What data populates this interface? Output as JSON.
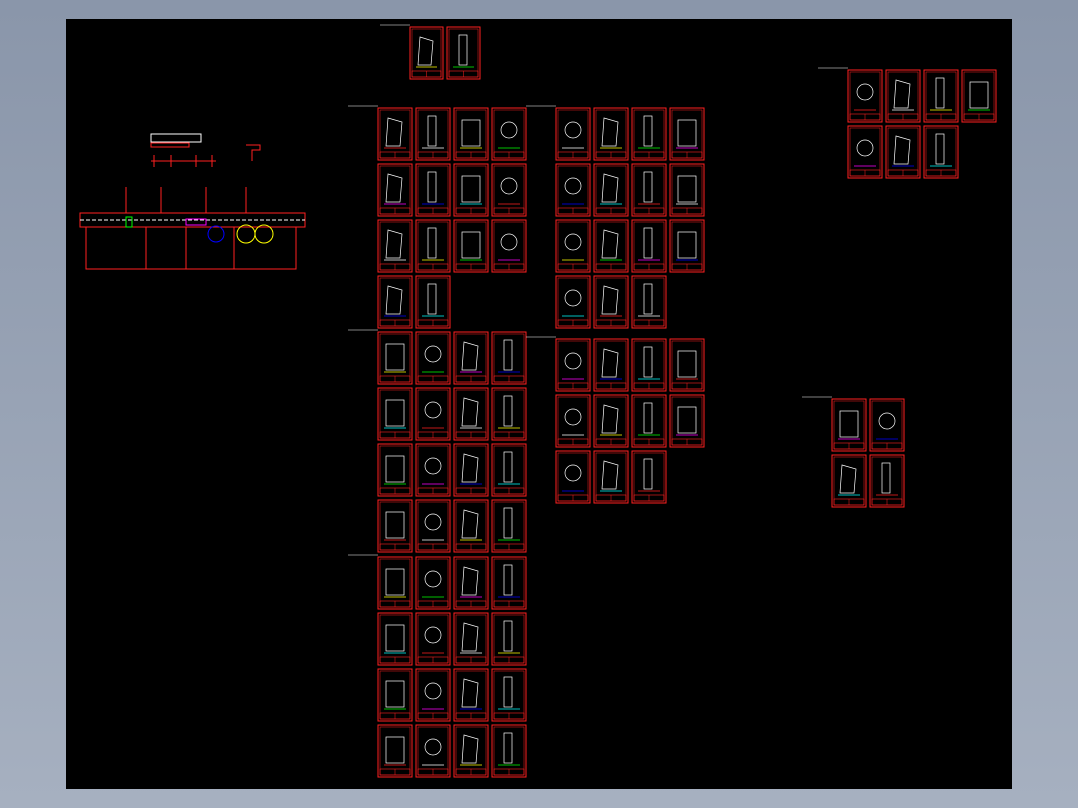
{
  "app": {
    "view": "cad-drawing-overview",
    "background_color": "#000000",
    "frame_color": "#ff2020",
    "accent_colors": [
      "#ff2020",
      "#ffffff",
      "#ffff00",
      "#00ff00",
      "#ff00ff",
      "#0000ff",
      "#00ffff"
    ]
  },
  "drawing_set": {
    "assembly_view": "assembly-drawing",
    "groups": [
      {
        "name": "top-pair",
        "sheet_count": 2
      },
      {
        "name": "column-a-block-1",
        "sheet_count": 14
      },
      {
        "name": "column-a-block-2",
        "sheet_count": 16
      },
      {
        "name": "column-a-block-3",
        "sheet_count": 16
      },
      {
        "name": "column-b-block-1",
        "sheet_count": 15
      },
      {
        "name": "column-b-block-2",
        "sheet_count": 11
      },
      {
        "name": "right-top-group",
        "sheet_count": 7
      },
      {
        "name": "right-middle-group",
        "sheet_count": 4
      }
    ]
  }
}
